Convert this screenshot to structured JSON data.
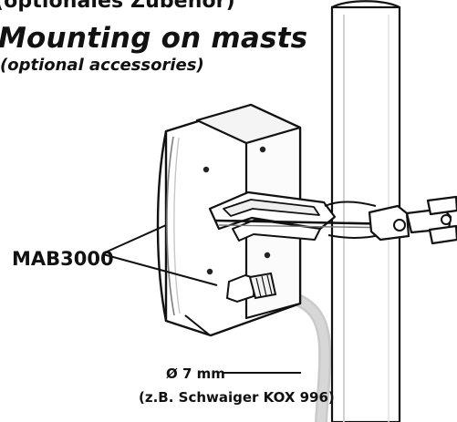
{
  "header": {
    "title_de": "(optionales Zubehör)",
    "title_en": "Mounting on masts",
    "subtitle_en": "(optional accessories)"
  },
  "callouts": {
    "product_label": "MAB3000",
    "cable_diameter": "Ø 7 mm",
    "cable_example": "(z.B. Schwaiger KOX 996)"
  },
  "colors": {
    "ink": "#111111",
    "line": "#1a1a1a",
    "panel": "#ffffff",
    "shadow": "#d9d9d9",
    "cable": "#bfbfbf"
  }
}
